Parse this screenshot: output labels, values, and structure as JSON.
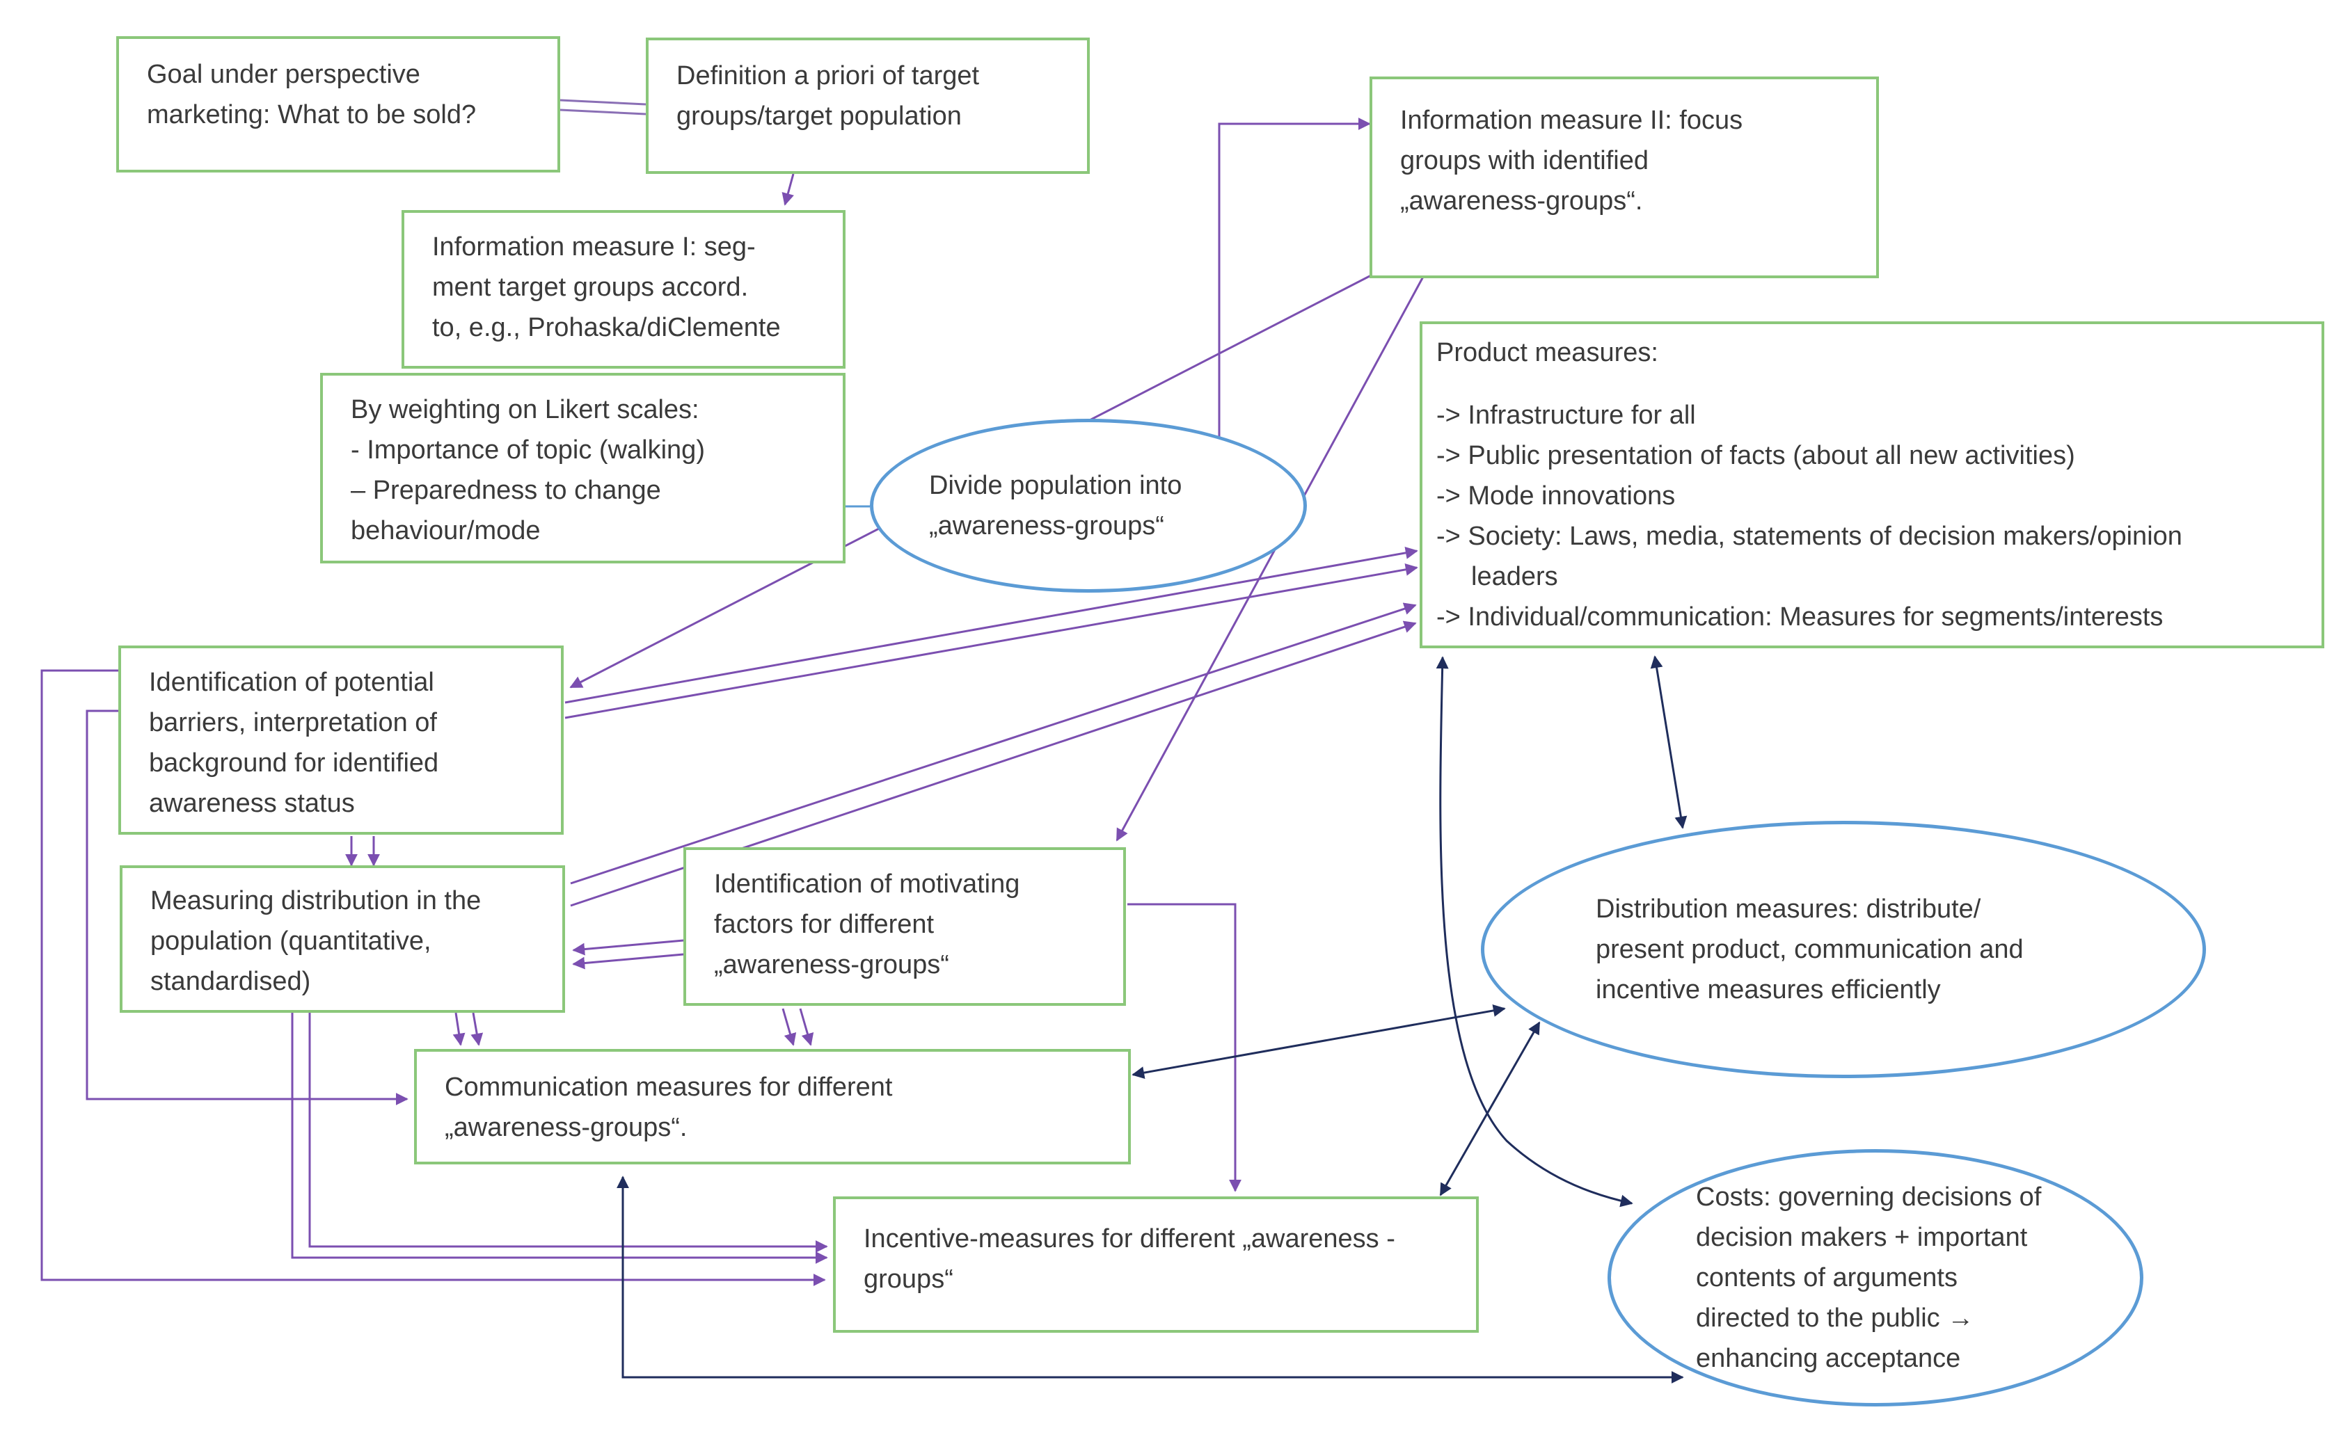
{
  "boxes": {
    "goal": {
      "lines": [
        "Goal under perspective",
        "marketing: What to be sold?"
      ]
    },
    "definition": {
      "lines": [
        "Definition a priori of target",
        "groups/target population"
      ]
    },
    "info1": {
      "lines": [
        "Information measure I: seg-",
        "ment target groups accord.",
        "to, e.g., Prohaska/diClemente"
      ]
    },
    "weighting": {
      "lines": [
        "By weighting on Likert scales:",
        "- Importance of topic (walking)",
        "– Preparedness to change",
        "behaviour/mode"
      ]
    },
    "info2": {
      "lines": [
        "Information measure II: focus",
        "groups with identified",
        "„awareness-groups“."
      ]
    },
    "product": {
      "lines": [
        "Product measures:",
        "",
        "-> Infrastructure for all",
        "-> Public presentation of facts (about all new activities)",
        "-> Mode innovations",
        "-> Society: Laws, media, statements of decision makers/opinion",
        "     leaders",
        "-> Individual/communication: Measures for segments/interests"
      ]
    },
    "barriers": {
      "lines": [
        "Identification of potential",
        "barriers, interpretation of",
        "background for identified",
        "awareness status"
      ]
    },
    "measuring": {
      "lines": [
        "Measuring distribution in the",
        "population (quantitative,",
        "standardised)"
      ]
    },
    "motivating": {
      "lines": [
        "Identification of motivating",
        "factors for different",
        "„awareness-groups“"
      ]
    },
    "communication": {
      "lines": [
        "Communication measures for different",
        "„awareness-groups“."
      ]
    },
    "incentive": {
      "lines": [
        "Incentive-measures for different „awareness -",
        "groups“"
      ]
    }
  },
  "ellipses": {
    "divide": {
      "lines": [
        "Divide population into",
        "„awareness-groups“"
      ]
    },
    "distribution": {
      "lines": [
        "Distribution measures: distribute/",
        "present product, communication and",
        "incentive measures efficiently"
      ]
    },
    "costs": {
      "lines": [
        "Costs: governing decisions of",
        "decision makers + important",
        "contents of arguments",
        "directed to the public →",
        "enhancing acceptance"
      ]
    }
  },
  "colors": {
    "box_border": "#8bc77a",
    "ellipse_border": "#5b9bd5",
    "purple_arrow": "#7b4fb0",
    "navy_arrow": "#1f2d5c",
    "text": "#3a3a3a"
  }
}
